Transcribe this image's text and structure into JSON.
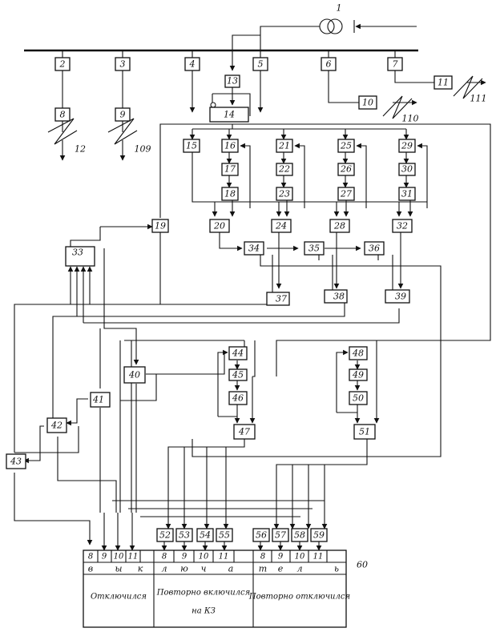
{
  "blocks": {
    "b1": "1",
    "b2": "2",
    "b3": "3",
    "b4": "4",
    "b5": "5",
    "b6": "6",
    "b7": "7",
    "b8": "8",
    "b9": "9",
    "b10": "10",
    "b11": "11",
    "b13": "13",
    "b14": "14",
    "b15": "15",
    "b16": "16",
    "b17": "17",
    "b18": "18",
    "b19": "19",
    "b20": "20",
    "b21": "21",
    "b22": "22",
    "b23": "23",
    "b24": "24",
    "b25": "25",
    "b26": "26",
    "b27": "27",
    "b28": "28",
    "b29": "29",
    "b30": "30",
    "b31": "31",
    "b32": "32",
    "b33": "33",
    "b34": "34",
    "b35": "35",
    "b36": "36",
    "b37": "37",
    "b38": "38",
    "b39": "39",
    "b40": "40",
    "b41": "41",
    "b42": "42",
    "b43": "43",
    "b44": "44",
    "b45": "45",
    "b46": "46",
    "b47": "47",
    "b48": "48",
    "b49": "49",
    "b50": "50",
    "b51": "51",
    "b52": "52",
    "b53": "53",
    "b54": "54",
    "b55": "55",
    "b56": "56",
    "b57": "57",
    "b58": "58",
    "b59": "59"
  },
  "faults": {
    "f12": "12",
    "f109": "109",
    "f110": "110",
    "f111": "111"
  },
  "display": {
    "id": "60",
    "cells": [
      "8",
      "9",
      "10",
      "11",
      "8",
      "9",
      "10",
      "11",
      "8",
      "9",
      "10",
      "11"
    ],
    "letters": [
      "в",
      "ы",
      "к",
      "л",
      "ю",
      "ч",
      "а",
      "т",
      "е",
      "л",
      "ь"
    ],
    "sections": [
      "Отключился",
      "Повторно включился",
      "на КЗ",
      "Повторно отключился"
    ]
  }
}
